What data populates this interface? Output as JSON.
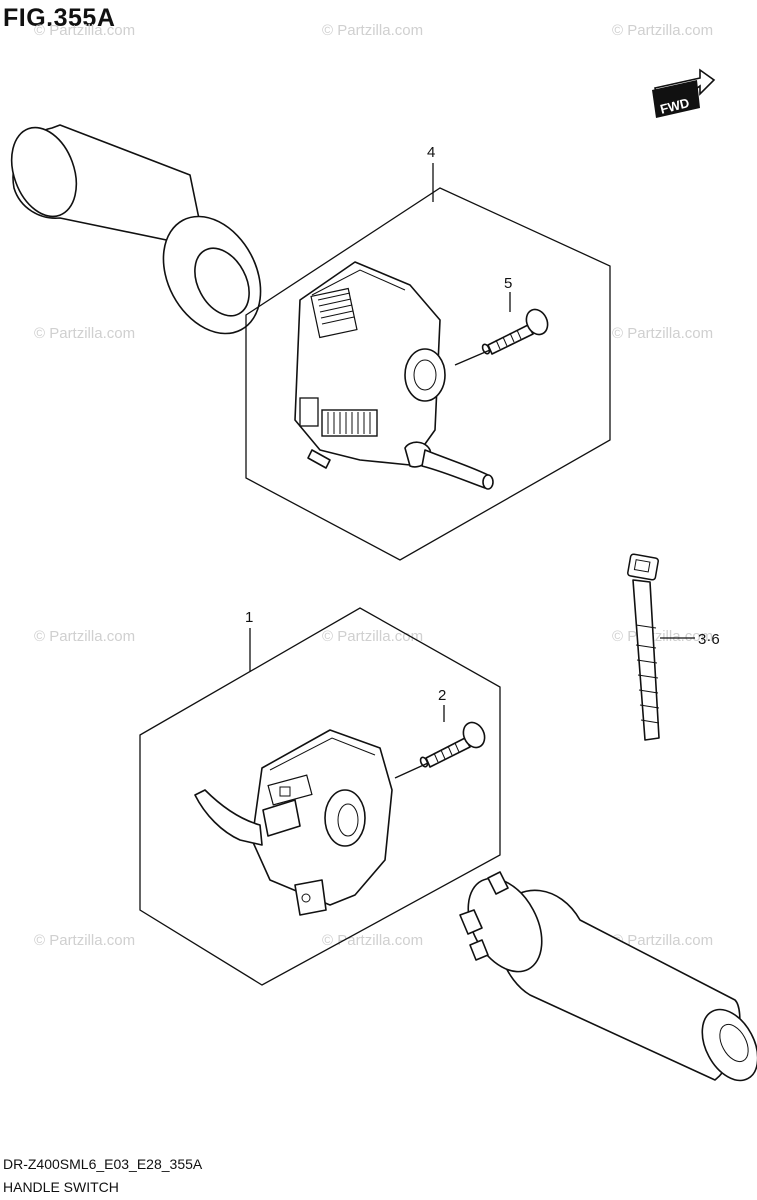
{
  "figure": {
    "title": "FIG.355A",
    "model_code": "DR-Z400SML6_E03_E28_355A",
    "name": "HANDLE SWITCH"
  },
  "direction_arrow": {
    "label": "FWD"
  },
  "watermark": "© Partzilla.com",
  "callouts": [
    {
      "id": "4",
      "label": "4"
    },
    {
      "id": "5",
      "label": "5"
    },
    {
      "id": "1",
      "label": "1"
    },
    {
      "id": "2",
      "label": "2"
    },
    {
      "id": "3-6",
      "label": "3·6"
    }
  ]
}
